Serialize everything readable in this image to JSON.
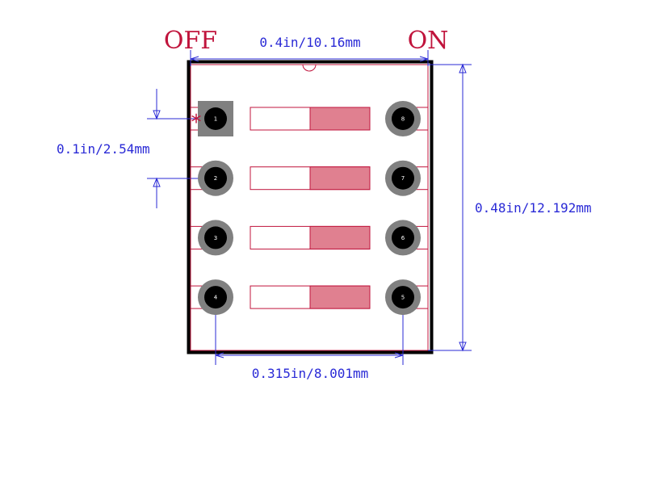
{
  "labels": {
    "off": "OFF",
    "on": "ON"
  },
  "dimensions": {
    "width": "0.4in/10.16mm",
    "height": "0.48in/12.192mm",
    "pitch": "0.1in/2.54mm",
    "row_span": "0.315in/8.001mm"
  },
  "pins": [
    {
      "number": "1",
      "shape": "square"
    },
    {
      "number": "2",
      "shape": "round"
    },
    {
      "number": "3",
      "shape": "round"
    },
    {
      "number": "4",
      "shape": "round"
    },
    {
      "number": "5",
      "shape": "round"
    },
    {
      "number": "6",
      "shape": "round"
    },
    {
      "number": "7",
      "shape": "round"
    },
    {
      "number": "8",
      "shape": "round"
    }
  ],
  "switch_positions": 4,
  "pin1_marker": "*",
  "colors": {
    "outline": "#000000",
    "silkscreen": "#c0143c",
    "toggle_fill": "#e08090",
    "dimension": "#2a2ad6",
    "pad": "#808080",
    "drill": "#000000"
  }
}
